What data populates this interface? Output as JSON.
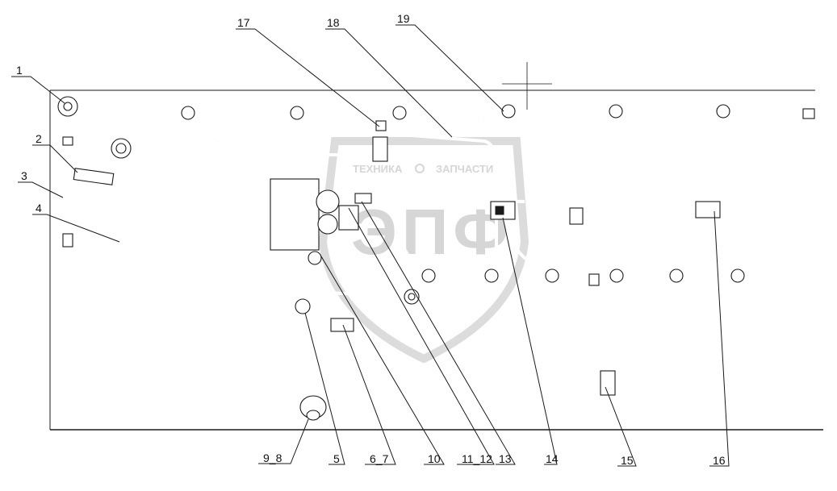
{
  "watermark": {
    "text_left": "ТЕХНИКА",
    "text_right": "ЗАПЧАСТИ",
    "logo_letters": "ЭПФ"
  },
  "callouts": [
    {
      "id": "c1",
      "label": "1"
    },
    {
      "id": "c2",
      "label": "2"
    },
    {
      "id": "c3",
      "label": "3"
    },
    {
      "id": "c4",
      "label": "4"
    },
    {
      "id": "c5",
      "label": "5"
    },
    {
      "id": "c67",
      "label": "6_7"
    },
    {
      "id": "c98",
      "label": "9_8"
    },
    {
      "id": "c10",
      "label": "10"
    },
    {
      "id": "c1112",
      "label": "11_12"
    },
    {
      "id": "c13",
      "label": "13"
    },
    {
      "id": "c14",
      "label": "14"
    },
    {
      "id": "c15",
      "label": "15"
    },
    {
      "id": "c16",
      "label": "16"
    },
    {
      "id": "c17",
      "label": "17"
    },
    {
      "id": "c18",
      "label": "18"
    },
    {
      "id": "c19",
      "label": "19"
    }
  ],
  "colors": {
    "line": "#1a1a1a",
    "watermark": "#d6d6d6",
    "background": "#ffffff"
  }
}
